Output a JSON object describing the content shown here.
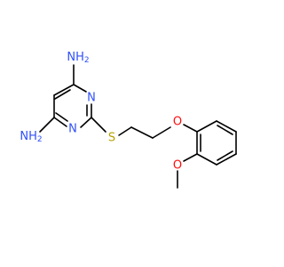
{
  "atoms": {
    "nh2_top": "NH",
    "nh2_top_sub": "2",
    "nh2_bottom": "NH",
    "nh2_bottom_sub": "2",
    "n_ring_upper": "N",
    "n_ring_lower": "N",
    "sulfur": "S",
    "ether_oxygen": "O",
    "methoxy_oxygen": "O"
  },
  "colors": {
    "nitrogen": "#3050F8",
    "sulfur": "#B8A000",
    "oxygen": "#FF0D0D",
    "bond": "#000000"
  }
}
